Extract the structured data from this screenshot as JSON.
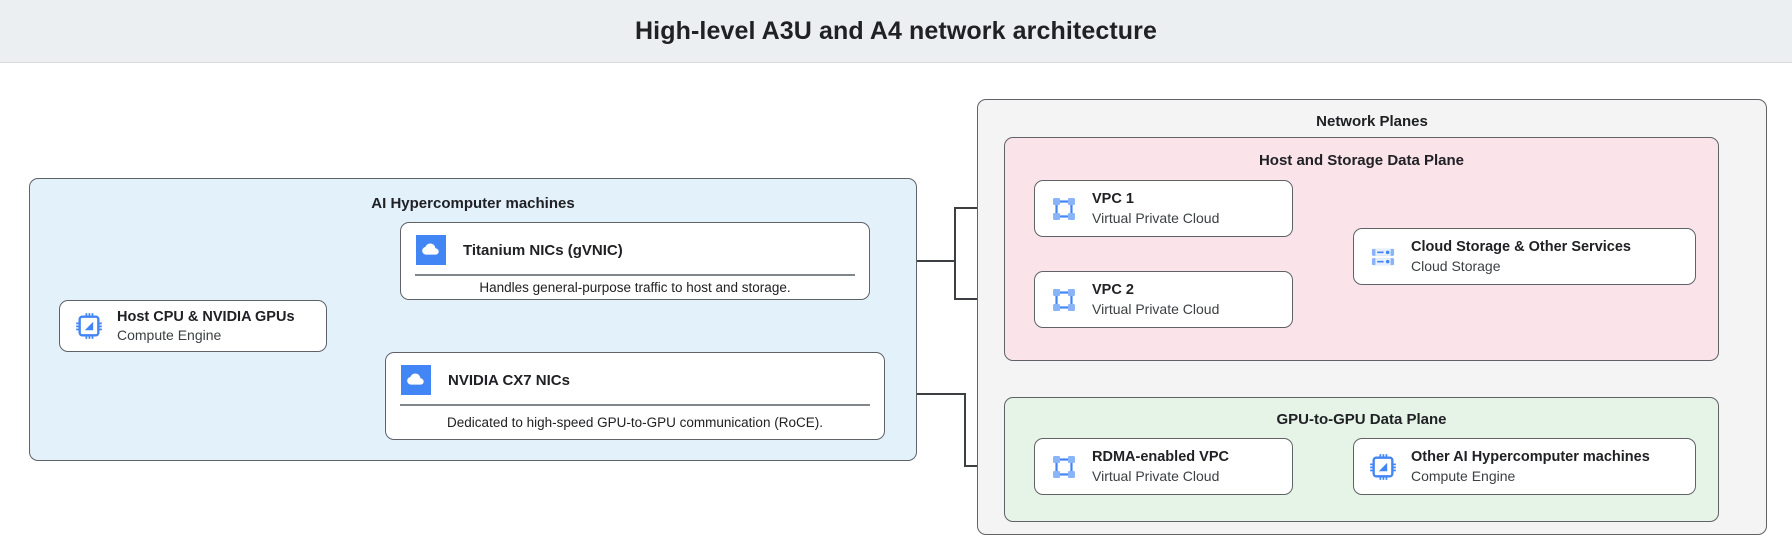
{
  "header": {
    "title": "High-level A3U and A4 network architecture"
  },
  "panels": {
    "hypercomputer": {
      "title": "AI Hypercomputer machines",
      "color": "#e3f1fb"
    },
    "network_planes": {
      "title": "Network Planes",
      "color": "#f4f4f4"
    },
    "host_storage_plane": {
      "title": "Host and Storage Data Plane",
      "color": "#fbe3ea"
    },
    "gpu_plane": {
      "title": "GPU-to-GPU Data Plane",
      "color": "#e6f4e8"
    }
  },
  "nodes": {
    "host_cpu": {
      "title": "Host CPU & NVIDIA GPUs",
      "subtitle": "Compute Engine",
      "icon": "compute-engine-chip-icon"
    },
    "vpc1": {
      "title": "VPC 1",
      "subtitle": "Virtual Private Cloud",
      "icon": "vpc-icon"
    },
    "vpc2": {
      "title": "VPC 2",
      "subtitle": "Virtual Private Cloud",
      "icon": "vpc-icon"
    },
    "cloud_storage": {
      "title": "Cloud Storage & Other Services",
      "subtitle": "Cloud Storage",
      "icon": "cloud-storage-icon"
    },
    "rdma_vpc": {
      "title": "RDMA-enabled VPC",
      "subtitle": "Virtual Private Cloud",
      "icon": "vpc-icon"
    },
    "other_machines": {
      "title": "Other AI Hypercomputer machines",
      "subtitle": "Compute Engine",
      "icon": "compute-engine-chip-icon"
    }
  },
  "nic_cards": {
    "titanium": {
      "title": "Titanium NICs (gVNIC)",
      "description": "Handles general-purpose traffic to host and storage.",
      "icon": "cloud-square-icon"
    },
    "cx7": {
      "title": "NVIDIA CX7 NICs",
      "description": "Dedicated to high-speed GPU-to-GPU communication (RoCE).",
      "icon": "cloud-square-icon"
    }
  },
  "colors": {
    "icon_blue": "#4285f4",
    "icon_blue_light": "#8ab4f8",
    "stroke": "#5f6368",
    "header_bg": "#eceff1"
  }
}
